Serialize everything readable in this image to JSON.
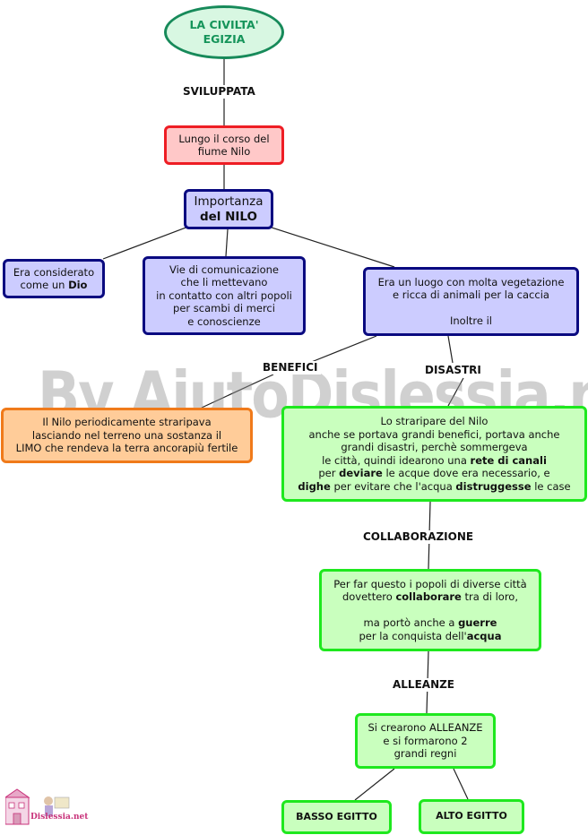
{
  "title": "LA CIVILTA'\nEGIZIA",
  "labels": {
    "sviluppata": "SVILUPPATA",
    "benefici": "BENEFICI",
    "disastri": "DISASTRI",
    "collaborazione": "COLLABORAZIONE",
    "alleanze": "ALLEANZE"
  },
  "nodes": {
    "nilo_course": "Lungo il corso del\nfiume Nilo",
    "importanza": [
      "Importanza",
      "del NILO"
    ],
    "dio": [
      "Era considerato\ncome un ",
      "Dio"
    ],
    "vie": "Vie di comunicazione\nche li mettevano\nin contatto con altri popoli\nper scambi di merci\ne conoscienze",
    "luogo": "Era un luogo con molta vegetazione\ne ricca di animali per la caccia\n\nInoltre il",
    "benefici": "Il Nilo periodicamente straripava\nlasciando nel terreno una sostanza il\nLIMO che rendeva la terra ancorapiù fertile",
    "disastri": {
      "l1": "Lo straripare del Nilo",
      "l2": "anche se portava grandi benefici, portava anche",
      "l3": "grandi disastri, perchè sommergeva",
      "l4a": "le città, quindi idearono una ",
      "l4b": "rete di canali",
      "l5a": "per ",
      "l5b": "deviare",
      "l5c": " le acque dove era necessario, e",
      "l6a": "dighe",
      "l6b": " per evitare che l'acqua ",
      "l6c": "distruggesse",
      "l6d": " le case"
    },
    "collab": {
      "l1": "Per far questo i popoli di diverse città",
      "l2a": "dovettero ",
      "l2b": "collaborare",
      "l2c": " tra di loro,",
      "l3a": "ma portò anche a ",
      "l3b": "guerre",
      "l4a": "per la conquista dell'",
      "l4b": "acqua"
    },
    "alleanze": "Si crearono ALLEANZE\ne si formarono 2\ngrandi regni",
    "basso": "BASSO EGITTO",
    "alto": "ALTO EGITTO"
  },
  "watermark": "By AiutoDislessia.net",
  "logo_text": "Dislessia.net",
  "colors": {
    "title_fill": "#d8f7e2",
    "title_border": "#178a5a",
    "red_fill": "#ffc8c8",
    "red_border": "#ee1d24",
    "blue_fill": "#ccccff",
    "blue_border": "#0a0a80",
    "orange_fill": "#ffcc99",
    "orange_border": "#f07a1a",
    "green_fill": "#c9ffbe",
    "green_border": "#1ee81e"
  }
}
